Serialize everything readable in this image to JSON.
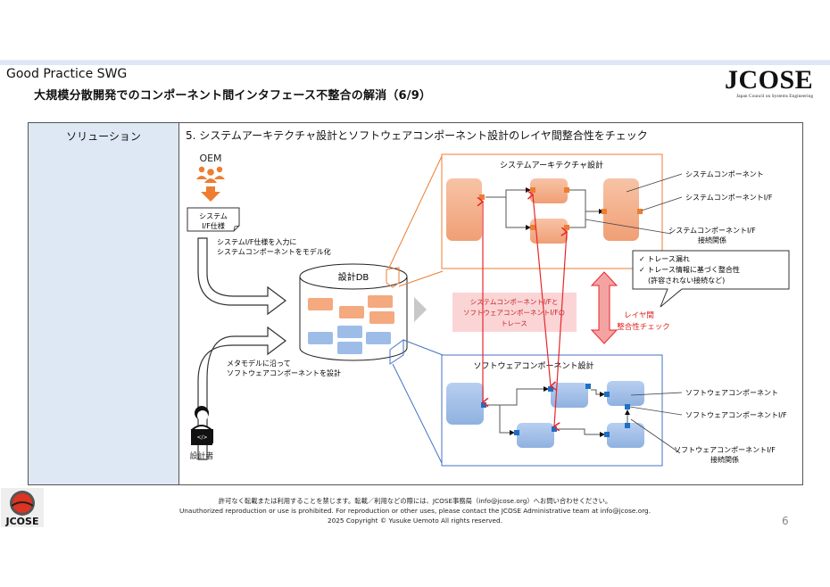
{
  "header": {
    "section": "Good Practice SWG",
    "title": "大規模分散開発でのコンポーネント間インタフェース不整合の解消（6/9）",
    "logo_main": "JCOSE",
    "logo_sub": "Japan Council on Systems Engineering"
  },
  "table": {
    "left_label": "ソリューション",
    "step_title": "5. システムアーキテクチャ設計とソフトウェアコンポーネント設計のレイヤ間整合性をチェック"
  },
  "diagram": {
    "oem_label": "OEM",
    "spec_doc": [
      "システム",
      "I/F仕様"
    ],
    "model_note": [
      "システムI/F仕様を入力に",
      "システムコンポーネントをモデル化"
    ],
    "db_label": "設計DB",
    "meta_note": [
      "メタモデルに沿って",
      "ソフトウェアコンポーネントを設計"
    ],
    "designer_label": "設計者",
    "sys_arch_title": "システムアーキテクチャ設計",
    "sw_comp_title": "ソフトウェアコンポーネント設計",
    "sys_callouts": [
      "システムコンポーネント",
      "システムコンポーネントI/F",
      "システムコンポーネントI/F",
      "接続関係"
    ],
    "sw_callouts": [
      "ソフトウェアコンポーネント",
      "ソフトウェアコンポーネントI/F",
      "ソフトウェアコンポーネントI/F",
      "接続関係"
    ],
    "trace_box": [
      "システムコンポーネントI/Fと",
      "ソフトウェアコンポーネントI/Fの",
      "トレース"
    ],
    "check_items": [
      "✓ トレース漏れ",
      "✓ トレース情報に基づく整合性",
      "(許容されない接続など)"
    ],
    "layer_check": [
      "レイヤ間",
      "整合性チェック"
    ],
    "colors": {
      "orange": "#ed7d31",
      "orange_fill": "#f4b183",
      "blue": "#4472c4",
      "blue_fill": "#a9c4eb",
      "red": "#e8262b",
      "trace_fill": "#fbd5d5"
    }
  },
  "footer": {
    "line1": "許可なく転載または利用することを禁じます。転載／利用などの際には、JCOSE事務局（info@jcose.org）へお問い合わせください。",
    "line2": "Unauthorized reproduction or use is prohibited.  For reproduction or other uses, please contact the JCOSE Administrative team at info@jcose.org.",
    "line3": "2025 Copyright © Yusuke Uemoto All rights reserved.",
    "page_number": "6",
    "corner_logo_text": "JCOSE"
  }
}
